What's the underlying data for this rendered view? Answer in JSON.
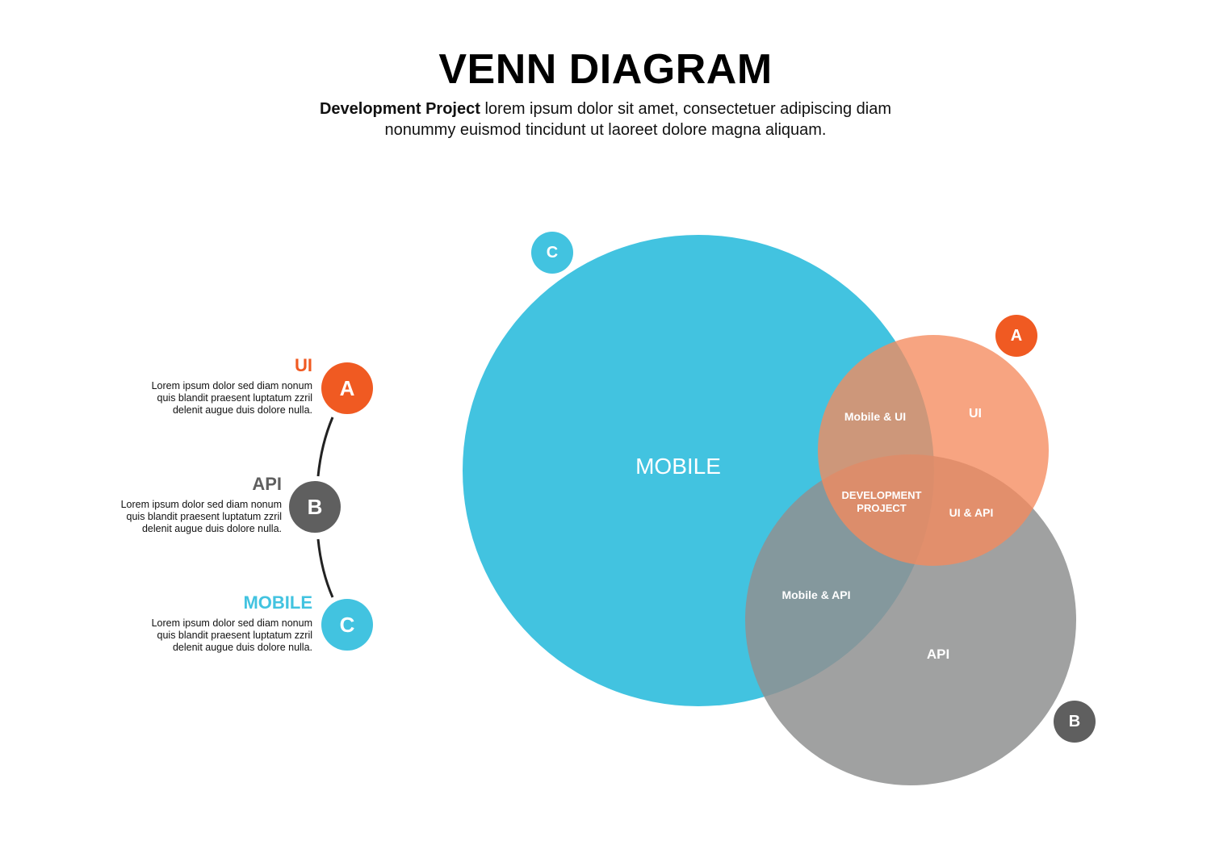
{
  "title": "VENN DIAGRAM",
  "subtitle": {
    "bold": "Development Project",
    "text": " lorem ipsum dolor sit amet, consectetuer adipiscing diam nonummy euismod tincidunt ut laoreet dolore magna aliquam."
  },
  "colors": {
    "a": "#f05a22",
    "a_fill": "#f5a07a",
    "b": "#5f5f5f",
    "b_fill": "#a2a3a3",
    "c": "#42c3e0",
    "c_fill": "#42c3e0"
  },
  "legend": [
    {
      "badge": "A",
      "title": "UI",
      "text": "Lorem ipsum dolor sed diam nonum quis blandit praesent luptatum zzril delenit augue duis dolore nulla."
    },
    {
      "badge": "B",
      "title": "API",
      "text": "Lorem ipsum dolor sed diam nonum quis blandit praesent luptatum zzril delenit augue duis dolore nulla."
    },
    {
      "badge": "C",
      "title": "MOBILE",
      "text": "Lorem ipsum dolor sed diam nonum quis blandit praesent luptatum zzril delenit augue duis dolore nulla."
    }
  ],
  "venn": {
    "badges": {
      "c": "C",
      "a": "A",
      "b": "B"
    },
    "labels": {
      "mobile": "MOBILE",
      "ui": "UI",
      "api": "API",
      "mobile_ui": "Mobile & UI",
      "ui_api": "UI & API",
      "mobile_api": "Mobile & API",
      "center_line1": "DEVELOPMENT",
      "center_line2": "PROJECT"
    }
  }
}
